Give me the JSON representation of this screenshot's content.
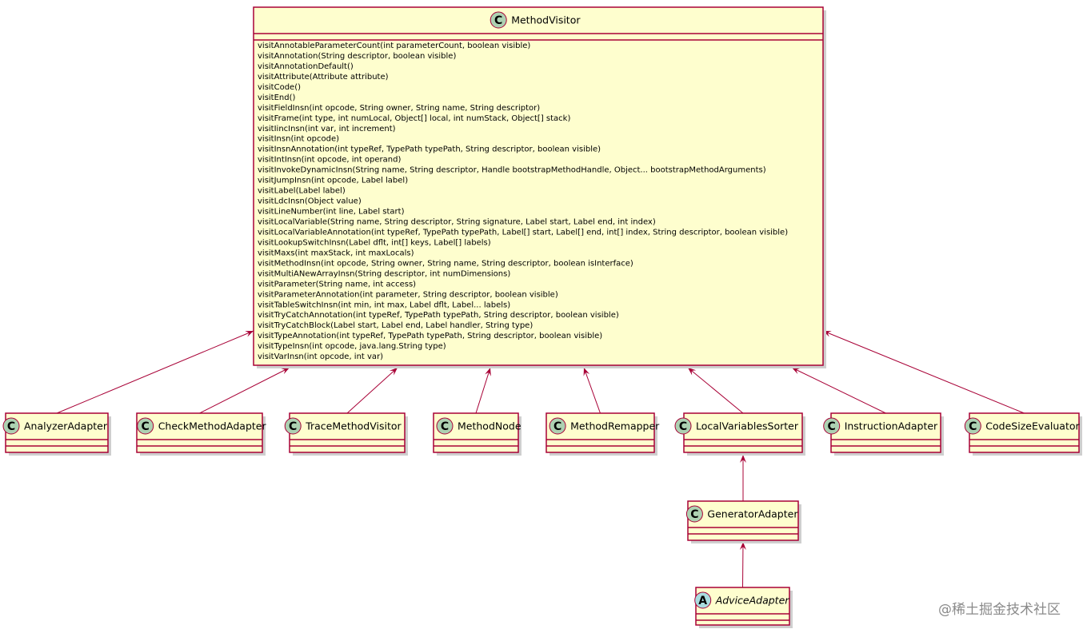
{
  "diagram": {
    "superclass": {
      "id": "MethodVisitor",
      "name": "MethodVisitor",
      "stereotype": "C",
      "methods": [
        "visitAnnotableParameterCount(int parameterCount, boolean visible)",
        "visitAnnotation(String descriptor, boolean visible)",
        "visitAnnotationDefault()",
        "visitAttribute(Attribute attribute)",
        "visitCode()",
        "visitEnd()",
        "visitFieldInsn(int opcode, String owner, String name, String descriptor)",
        "visitFrame(int type, int numLocal, Object[] local, int numStack, Object[] stack)",
        "visitIincInsn(int var, int increment)",
        "visitInsn(int opcode)",
        "visitInsnAnnotation(int typeRef, TypePath typePath, String descriptor, boolean visible)",
        "visitIntInsn(int opcode, int operand)",
        "visitInvokeDynamicInsn(String name, String descriptor, Handle bootstrapMethodHandle, Object... bootstrapMethodArguments)",
        "visitJumpInsn(int opcode, Label label)",
        "visitLabel(Label label)",
        "visitLdcInsn(Object value)",
        "visitLineNumber(int line, Label start)",
        "visitLocalVariable(String name, String descriptor, String signature, Label start, Label end, int index)",
        "visitLocalVariableAnnotation(int typeRef, TypePath typePath, Label[] start, Label[] end, int[] index, String descriptor, boolean visible)",
        "visitLookupSwitchInsn(Label dflt, int[] keys, Label[] labels)",
        "visitMaxs(int maxStack, int maxLocals)",
        "visitMethodInsn(int opcode, String owner, String name, String descriptor, boolean isInterface)",
        "visitMultiANewArrayInsn(String descriptor, int numDimensions)",
        "visitParameter(String name, int access)",
        "visitParameterAnnotation(int parameter, String descriptor, boolean visible)",
        "visitTableSwitchInsn(int min, int max, Label dflt, Label... labels)",
        "visitTryCatchAnnotation(int typeRef, TypePath typePath, String descriptor, boolean visible)",
        "visitTryCatchBlock(Label start, Label end, Label handler, String type)",
        "visitTypeAnnotation(int typeRef, TypePath typePath, String descriptor, boolean visible)",
        "visitTypeInsn(int opcode, java.lang.String type)",
        "visitVarInsn(int opcode, int var)"
      ]
    },
    "subclasses": [
      {
        "id": "AnalyzerAdapter",
        "name": "AnalyzerAdapter",
        "stereotype": "C",
        "parent": "MethodVisitor",
        "abstract": false
      },
      {
        "id": "CheckMethodAdapter",
        "name": "CheckMethodAdapter",
        "stereotype": "C",
        "parent": "MethodVisitor",
        "abstract": false
      },
      {
        "id": "TraceMethodVisitor",
        "name": "TraceMethodVisitor",
        "stereotype": "C",
        "parent": "MethodVisitor",
        "abstract": false
      },
      {
        "id": "MethodNode",
        "name": "MethodNode",
        "stereotype": "C",
        "parent": "MethodVisitor",
        "abstract": false
      },
      {
        "id": "MethodRemapper",
        "name": "MethodRemapper",
        "stereotype": "C",
        "parent": "MethodVisitor",
        "abstract": false
      },
      {
        "id": "LocalVariablesSorter",
        "name": "LocalVariablesSorter",
        "stereotype": "C",
        "parent": "MethodVisitor",
        "abstract": false
      },
      {
        "id": "InstructionAdapter",
        "name": "InstructionAdapter",
        "stereotype": "C",
        "parent": "MethodVisitor",
        "abstract": false
      },
      {
        "id": "CodeSizeEvaluator",
        "name": "CodeSizeEvaluator",
        "stereotype": "C",
        "parent": "MethodVisitor",
        "abstract": false
      },
      {
        "id": "GeneratorAdapter",
        "name": "GeneratorAdapter",
        "stereotype": "C",
        "parent": "LocalVariablesSorter",
        "abstract": false
      },
      {
        "id": "AdviceAdapter",
        "name": "AdviceAdapter",
        "stereotype": "A",
        "parent": "GeneratorAdapter",
        "abstract": true
      }
    ]
  },
  "watermark": "@稀土掘金技术社区",
  "colors": {
    "box_fill": "#fefece",
    "border": "#a80036",
    "class_badge": "#add1b2",
    "abstract_badge": "#a9dcdf"
  }
}
